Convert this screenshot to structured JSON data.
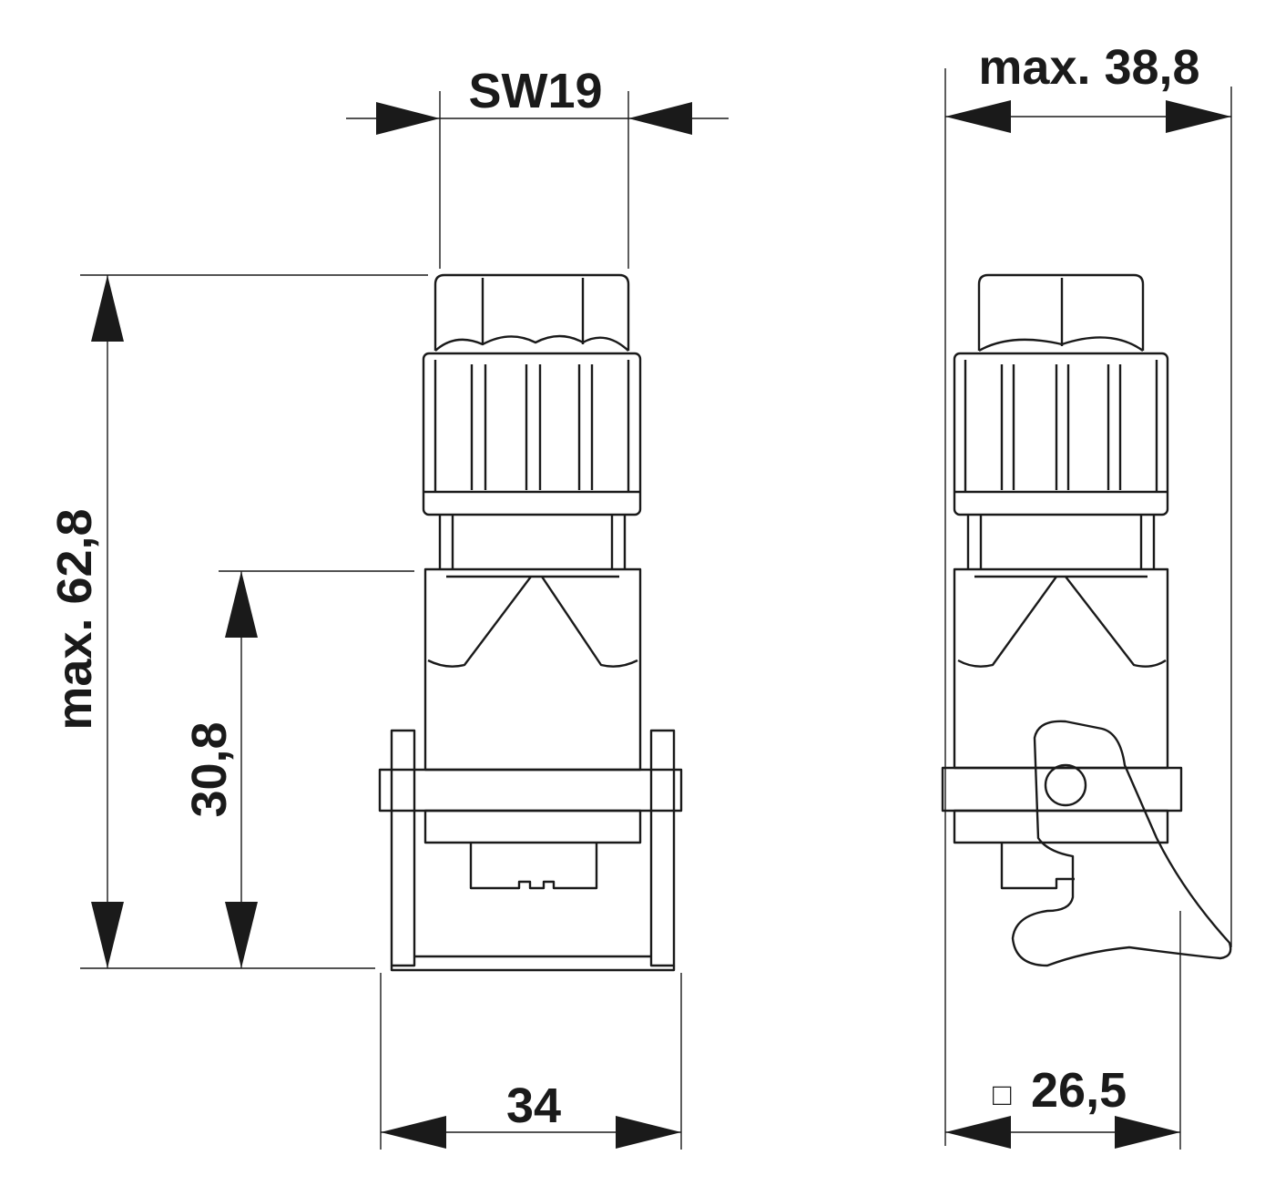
{
  "dimensions": {
    "wrench_size": "SW19",
    "max_width": "max. 38,8",
    "max_height": "max. 62,8",
    "lower_height": "30,8",
    "front_width": "34",
    "square_symbol": "□",
    "square_size": "26,5"
  },
  "colors": {
    "line": "#1a1a1a",
    "background": "#ffffff"
  }
}
